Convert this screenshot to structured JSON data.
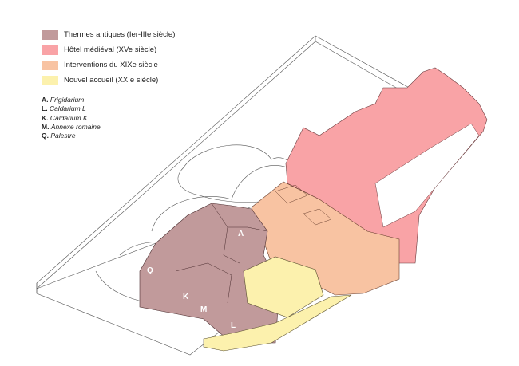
{
  "legend": {
    "items": [
      {
        "label": "Thermes antiques (Ier-IIIe siècle)",
        "color": "#c19a9b"
      },
      {
        "label": "Hôtel médiéval (XVe siècle)",
        "color": "#f9a3a6"
      },
      {
        "label": "Interventions du XIXe siècle",
        "color": "#f8c3a2"
      },
      {
        "label": "Nouvel accueil (XXIe siècle)",
        "color": "#fcf1ad"
      }
    ]
  },
  "keys": [
    {
      "letter": "A.",
      "name": "Frigidarium"
    },
    {
      "letter": "L.",
      "name": "Caldarium L"
    },
    {
      "letter": "K.",
      "name": "Caldarium K"
    },
    {
      "letter": "M.",
      "name": "Annexe romaine"
    },
    {
      "letter": "Q.",
      "name": "Palestre"
    }
  ],
  "map_labels": {
    "A": "A",
    "Q": "Q",
    "K": "K",
    "M": "M",
    "L": "L"
  }
}
